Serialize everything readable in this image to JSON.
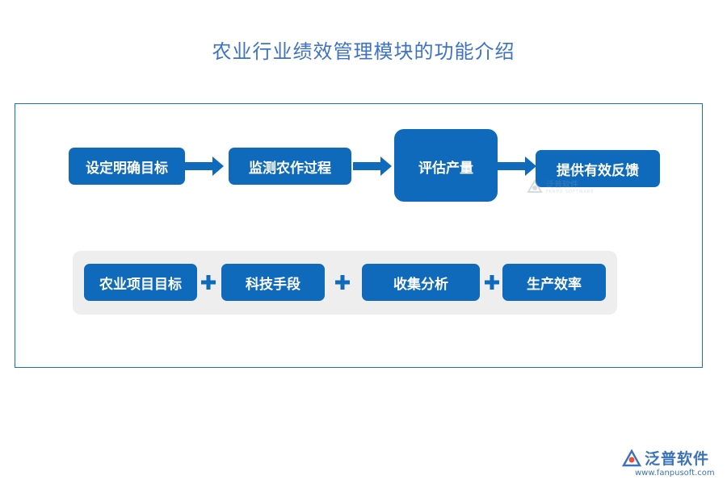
{
  "title": "农业行业绩效管理模块的功能介绍",
  "flow": {
    "steps": [
      "设定明确目标",
      "监测农作过程",
      "评估产量",
      "提供有效反馈"
    ]
  },
  "factors": {
    "items": [
      "农业项目目标",
      "科技手段",
      "收集分析",
      "生产效率"
    ]
  },
  "watermark": {
    "text": "泛普软件",
    "sub": "FANPU SOFTWARE"
  },
  "brand": {
    "name": "泛普软件",
    "url": "www.fanpusoft.com"
  },
  "colors": {
    "box": "#0f6abb",
    "title": "#3d72c6",
    "frame": "#1d6fb8",
    "panel": "#eeeeee"
  }
}
